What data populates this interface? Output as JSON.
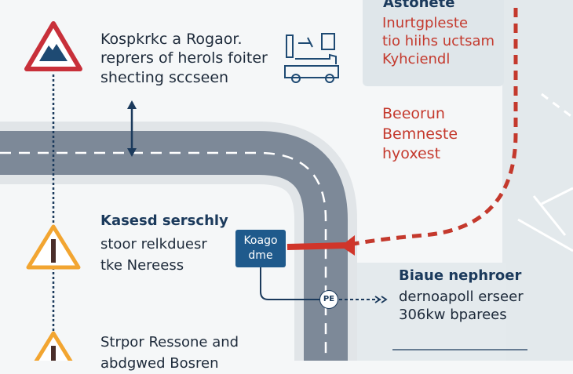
{
  "top_block": {
    "lines": [
      "Kospkrkc a Rogaor.",
      "reprers of herols foiter",
      "shecting sccseen"
    ]
  },
  "right_panel": {
    "title": "Astonete",
    "lines": [
      "Inurtgpleste",
      "tio hiihs uctsam",
      "Kyhciendl"
    ],
    "lines2": [
      "Beeorun",
      "Bemneste",
      "hyoxest"
    ]
  },
  "middle_block": {
    "title": "Kasesd serschly",
    "lines": [
      "stoor relkduesr",
      "tke Nereess"
    ]
  },
  "bottom_block": {
    "lines": [
      "Strpor Ressone and",
      "abdgwed Bosren"
    ]
  },
  "badge": {
    "lines": [
      "Koago",
      "dme"
    ]
  },
  "marker": {
    "label": "PE"
  },
  "info_block": {
    "title": "Biaue nephroer",
    "lines": [
      "dernoapoll erseer",
      "306kw bparees"
    ]
  },
  "colors": {
    "road": "#7d8998",
    "red": "#c4392d",
    "navy": "#1b3a5c",
    "warning": "#f2a531"
  }
}
